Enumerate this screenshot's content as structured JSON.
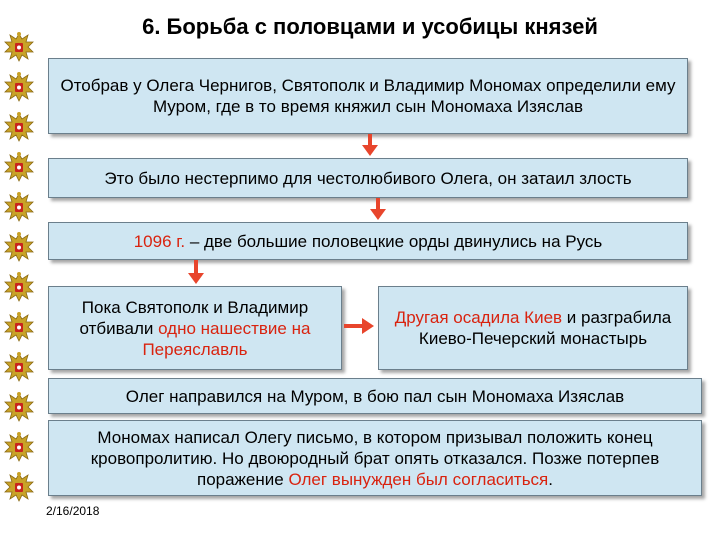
{
  "slide": {
    "title": "6. Борьба с половцами и усобицы князей",
    "date": "2/16/2018"
  },
  "boxes": {
    "box1": "Отобрав у Олега Чернигов, Святополк и Владимир Мономах определили ему Муром, где в то время княжил сын Мономаха Изяслав",
    "box2": "Это было нестерпимо для честолюбивого Олега, он затаил злость",
    "box3": {
      "year": "1096 г.",
      "rest": " – две  большие половецкие орды двинулись на Русь"
    },
    "box4": {
      "part1": "Пока Святополк и Владимир отбивали ",
      "highlight": "одно нашествие на Переяславль"
    },
    "box5": {
      "highlight": "Другая осадила Киев",
      "rest": " и разграбила Киево-Печерский монастырь"
    },
    "box6": "Олег направился на Муром, в бою пал сын Мономаха Изяслав",
    "box7": {
      "part1": "Мономах написал Олегу письмо, в котором призывал положить конец кровопролитию. Но двоюродный брат опять отказался. Позже потерпев поражение ",
      "highlight": "Олег вынужден был согласиться",
      "end": "."
    }
  },
  "colors": {
    "box_fill": "#cfe6f2",
    "accent_red": "#d9230f",
    "arrow": "#e8452c"
  }
}
